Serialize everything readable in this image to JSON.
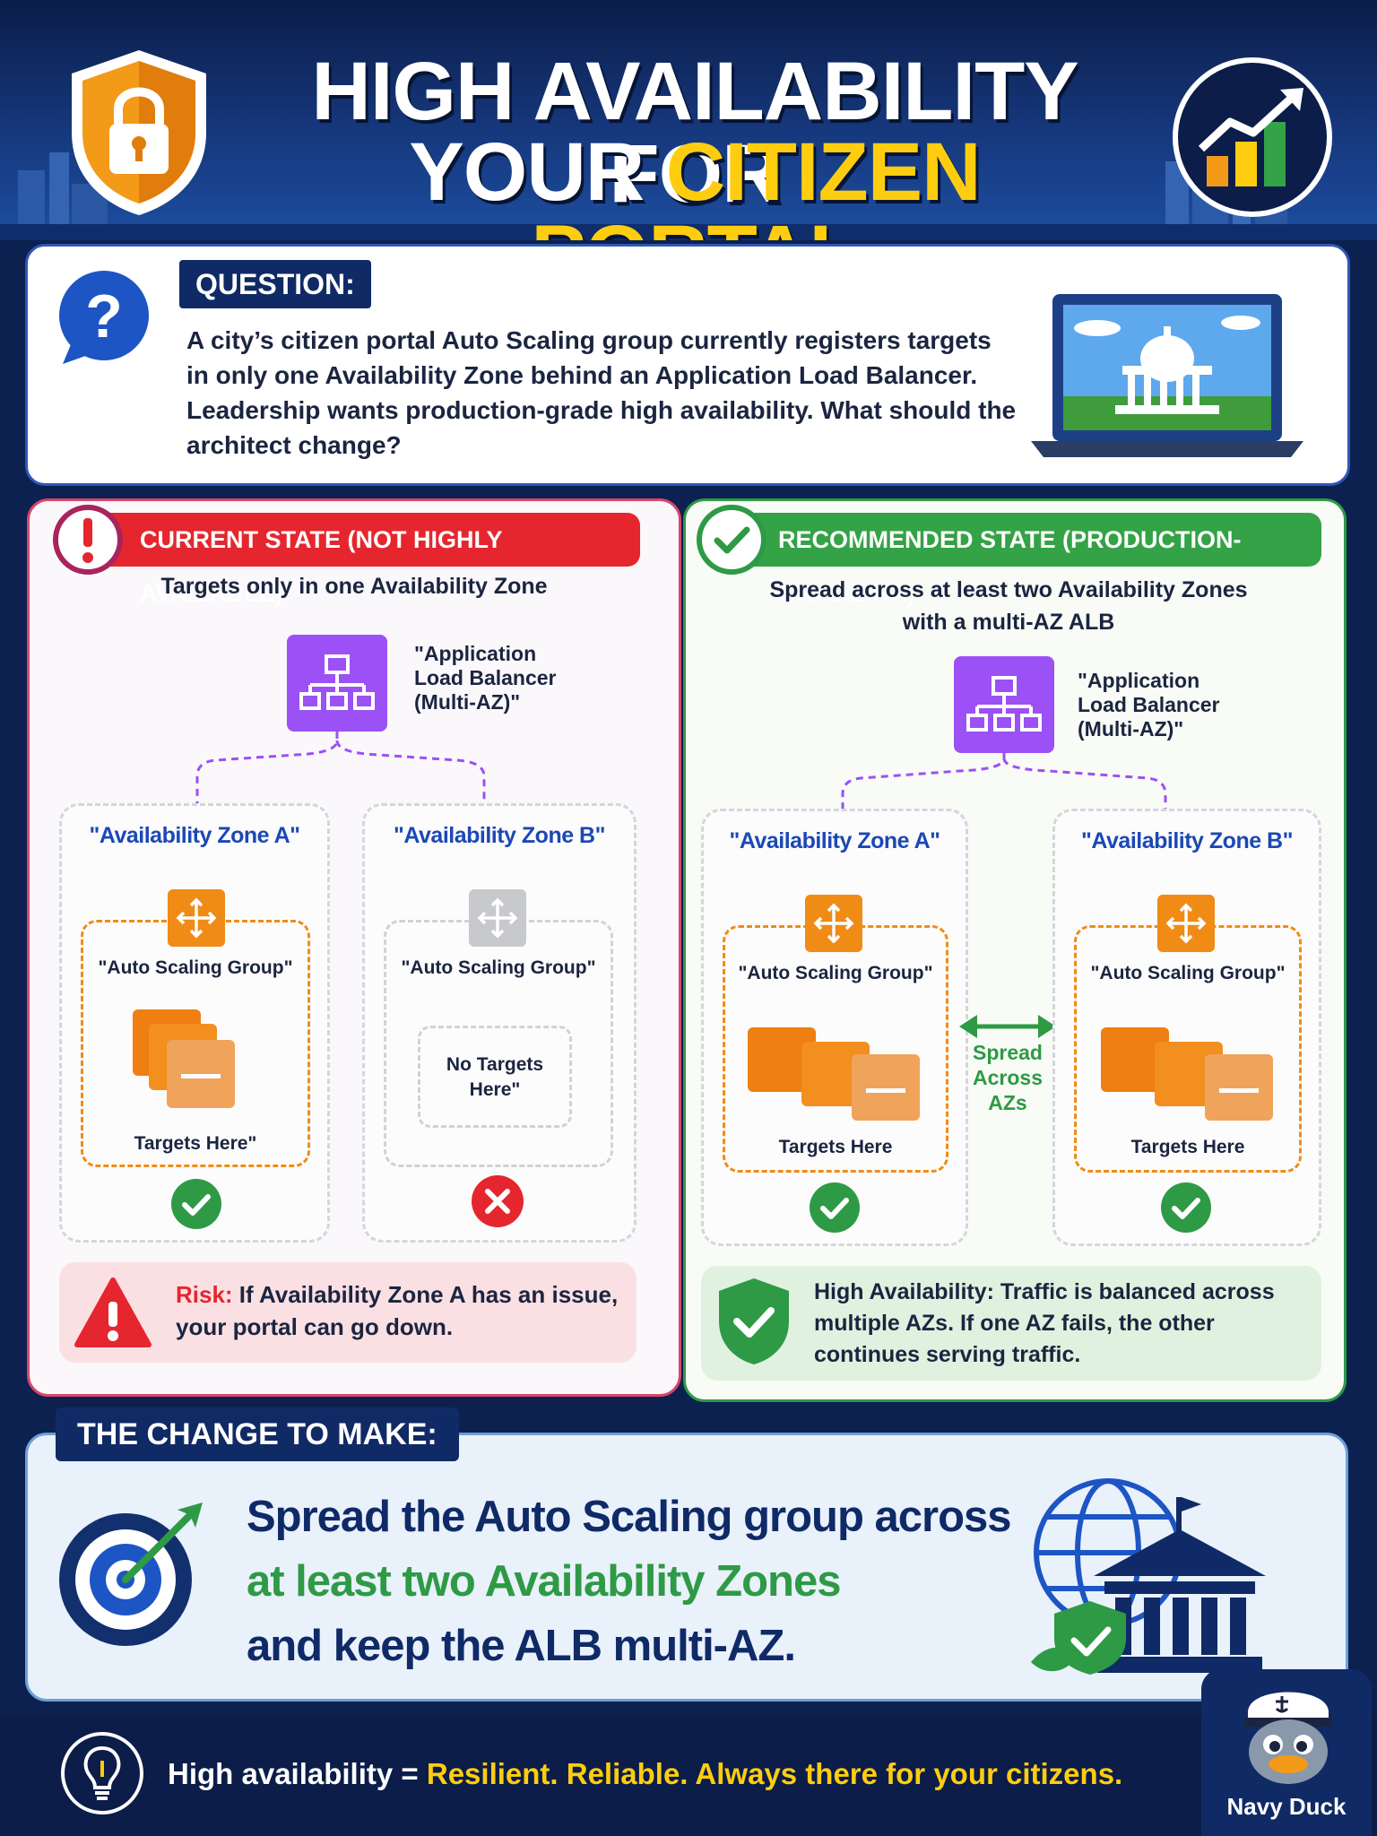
{
  "header": {
    "title_line1": "HIGH AVAILABILITY FOR",
    "title_line2_white": "YOUR ",
    "title_line2_yellow": "CITIZEN PORTAL",
    "left_icon": "shield-lock-icon",
    "right_icon": "growth-chart-icon"
  },
  "question": {
    "label": "QUESTION:",
    "icon": "question-bubble-icon",
    "text": "A city’s citizen portal Auto Scaling group currently registers targets in only one Availability Zone behind an Application Load Balancer. Leadership wants production-grade high availability. What should the architect change?",
    "illustration": "laptop-capitol-icon"
  },
  "current": {
    "title": "CURRENT STATE (NOT HIGHLY AVAILABLE)",
    "subtitle": "Targets only in one Availability Zone",
    "alb_l1": "\"Application",
    "alb_l2": "Load Balancer",
    "alb_l3": "(Multi-AZ)\"",
    "zone_a": "\"Availability Zone A\"",
    "zone_b": "\"Availability Zone B\"",
    "asg_a": "\"Auto Scaling Group\"",
    "asg_b": "\"Auto Scaling Group\"",
    "targets_a": "Targets Here\"",
    "no_targets_l1": "No Targets",
    "no_targets_l2": "Here\"",
    "risk_bold": "Risk:",
    "risk_l1": " If Availability Zone A has an issue,",
    "risk_l2": "your portal can go down."
  },
  "recommended": {
    "title": "RECOMMENDED STATE (PRODUCTION-GRADE HA)",
    "subtitle_l1": "Spread across at least two Availability Zones",
    "subtitle_l2": "with a multi-AZ ALB",
    "alb_l1": "\"Application",
    "alb_l2": "Load Balancer",
    "alb_l3": "(Multi-AZ)\"",
    "zone_a": "\"Availability Zone A\"",
    "zone_b": "\"Availability Zone B\"",
    "asg_a": "\"Auto Scaling Group\"",
    "asg_b": "\"Auto Scaling Group\"",
    "targets_a": "Targets Here",
    "targets_b": "Targets Here",
    "spread_l1": "Spread",
    "spread_l2": "Across",
    "spread_l3": "AZs",
    "ha_bold": "High Availability:",
    "ha_l1": " Traffic is balanced across",
    "ha_l2": "multiple AZs. If one AZ fails, the other",
    "ha_l3": "continues serving traffic."
  },
  "change": {
    "label": "THE CHANGE TO MAKE:",
    "line1": "Spread the Auto Scaling group across",
    "line2": "at least two Availability Zones",
    "line3": "and keep the ALB multi-AZ.",
    "left_icon": "target-arrow-icon",
    "right_icon": "globe-government-building-icon"
  },
  "footer": {
    "lead": "High availability = ",
    "tagline": "Resilient. Reliable. Always there for your citizens.",
    "icon": "lightbulb-icon",
    "mascot": "Navy Duck"
  },
  "colors": {
    "navy": "#0c2150",
    "yellow": "#ffcd0f",
    "red": "#e5262e",
    "green": "#34a246",
    "purple": "#9b51f5",
    "orange": "#f08b16",
    "zone_blue": "#1b48b6"
  }
}
